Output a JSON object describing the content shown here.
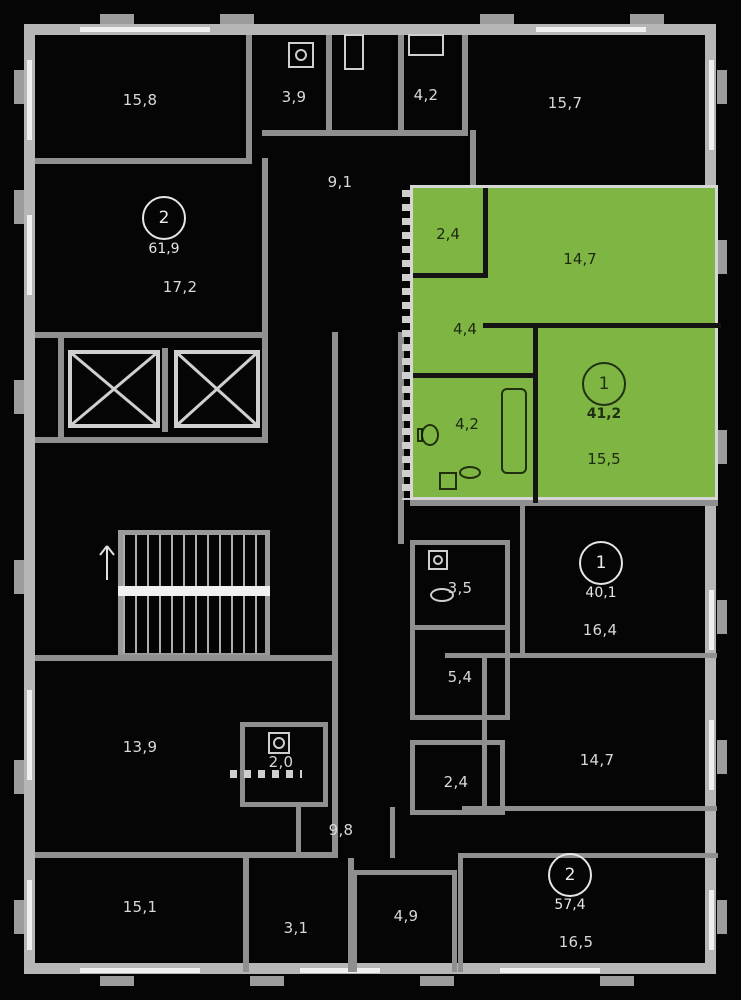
{
  "colors": {
    "background": "#050505",
    "inner_wall": "#8f8f8f",
    "outer_wall": "#b6b6b6",
    "highlight": "#7fb542"
  },
  "selected_apartment": {
    "badge_rooms": "1",
    "area_total": "41,2",
    "rooms": [
      "2,4",
      "14,7",
      "4,4",
      "4,2",
      "15,5"
    ]
  },
  "apartments": [
    {
      "badge_rooms": "2",
      "area_total": "61,9"
    },
    {
      "badge_rooms": "1",
      "area_total": "40,1"
    },
    {
      "badge_rooms": "2",
      "area_total": "57,4"
    }
  ],
  "room_labels": [
    "15,8",
    "17,2",
    "3,9",
    "4,2",
    "9,1",
    "15,7",
    "3,5",
    "5,4",
    "16,4",
    "14,7",
    "2,4",
    "13,9",
    "2,0",
    "9,8",
    "15,1",
    "3,1",
    "4,9",
    "16,5"
  ]
}
